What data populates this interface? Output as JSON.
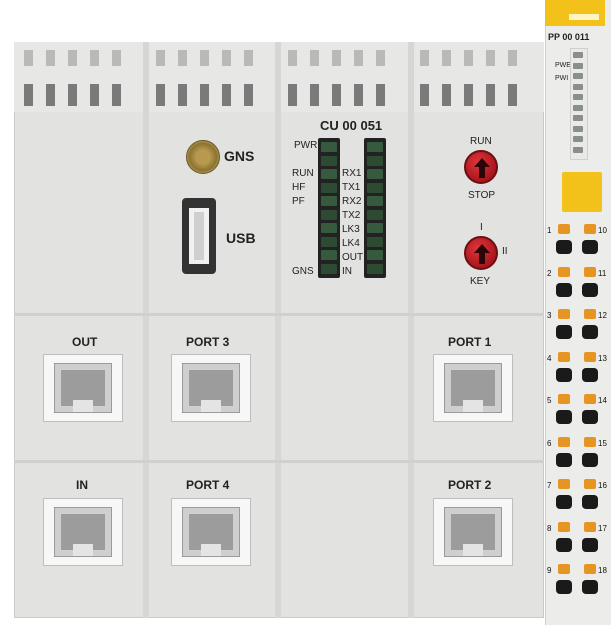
{
  "module": {
    "title": "CU 00 051",
    "gns_label": "GNS",
    "usb_label": "USB"
  },
  "leds": {
    "left": [
      "PWR",
      "RUN",
      "HF",
      "PF",
      "GNS"
    ],
    "right": [
      "RX1",
      "TX1",
      "RX2",
      "TX2",
      "LK3",
      "LK4",
      "OUT",
      "IN"
    ]
  },
  "switches": {
    "run": "RUN",
    "stop": "STOP",
    "key_i": "I",
    "key_ii": "II",
    "key": "KEY"
  },
  "ports": {
    "out": "OUT",
    "port3": "PORT 3",
    "port1": "PORT 1",
    "in": "IN",
    "port4": "PORT 4",
    "port2": "PORT 2"
  },
  "side_module": {
    "title": "PP 00 011",
    "pwr_label": "PWE",
    "pwr2_label": "PWI",
    "terminals_left": [
      "1",
      "2",
      "3",
      "4",
      "5",
      "6",
      "7",
      "8",
      "9"
    ],
    "terminals_right": [
      "10",
      "11",
      "12",
      "13",
      "14",
      "15",
      "16",
      "17",
      "18"
    ]
  },
  "colors": {
    "housing": "#e2e2e0",
    "knob": "#c9202a",
    "terminal_orange": "#e69422",
    "tab_yellow": "#f2c21b"
  }
}
